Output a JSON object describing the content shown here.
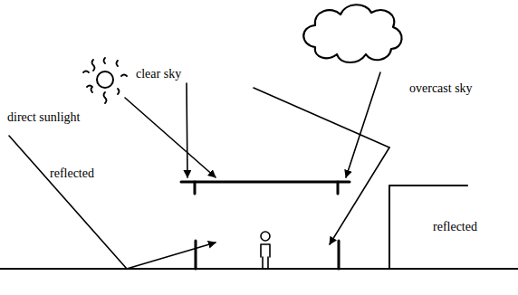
{
  "diagram": {
    "labels": [
      "clear sky",
      "overcast sky",
      "direct sunlight",
      "reflected",
      "reflected"
    ]
  }
}
